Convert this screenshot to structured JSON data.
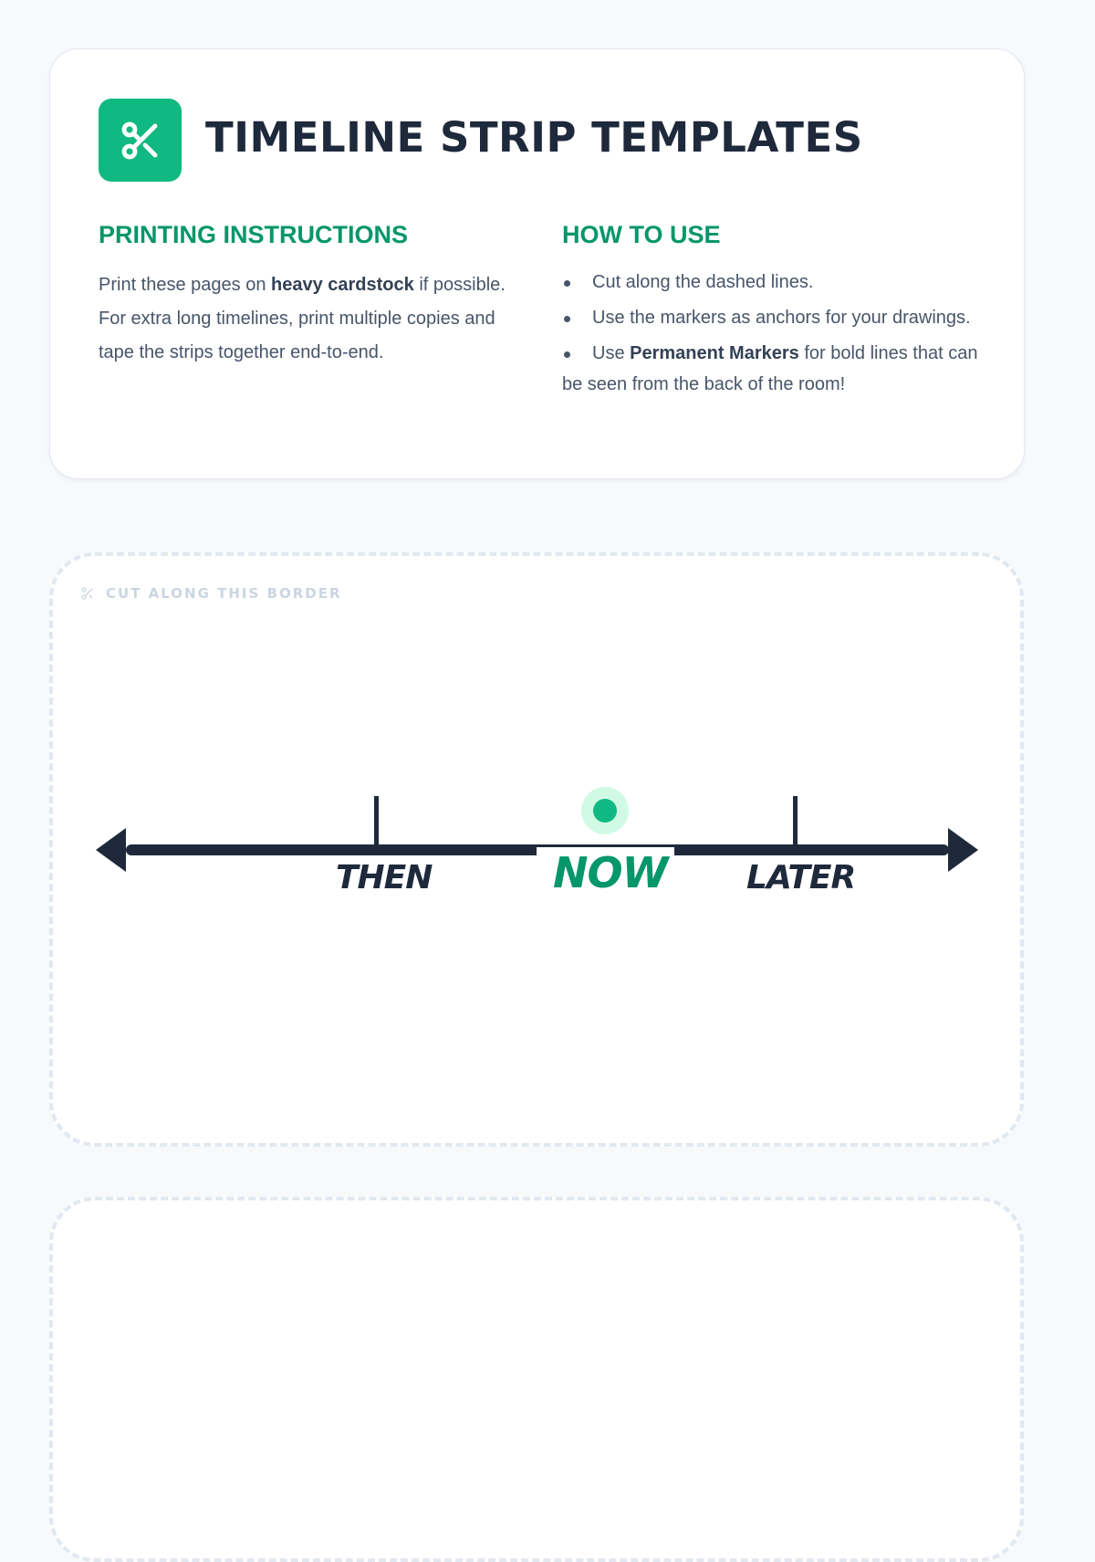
{
  "header": {
    "title": "TIMELINE STRIP TEMPLATES",
    "icon": "scissors-icon"
  },
  "printing": {
    "heading": "PRINTING INSTRUCTIONS",
    "text_before": "Print these pages on ",
    "bold": "heavy cardstock",
    "text_after": " if possible. For extra long timelines, print multiple copies and tape the strips together end-to-end."
  },
  "how_to_use": {
    "heading": "HOW TO USE",
    "items": [
      {
        "text": "Cut along the dashed lines."
      },
      {
        "text": "Use the markers as anchors for your drawings."
      },
      {
        "before": "Use ",
        "bold": "Permanent Markers",
        "after": " for bold lines that can be seen from the back of the room!"
      }
    ]
  },
  "strip": {
    "cut_label": "CUT ALONG THIS BORDER",
    "labels": {
      "then": "THEN",
      "now": "NOW",
      "later": "LATER"
    }
  },
  "colors": {
    "accent": "#10b981",
    "accent_dark": "#059669",
    "ink": "#1e293b",
    "border": "#e2e8f0"
  }
}
